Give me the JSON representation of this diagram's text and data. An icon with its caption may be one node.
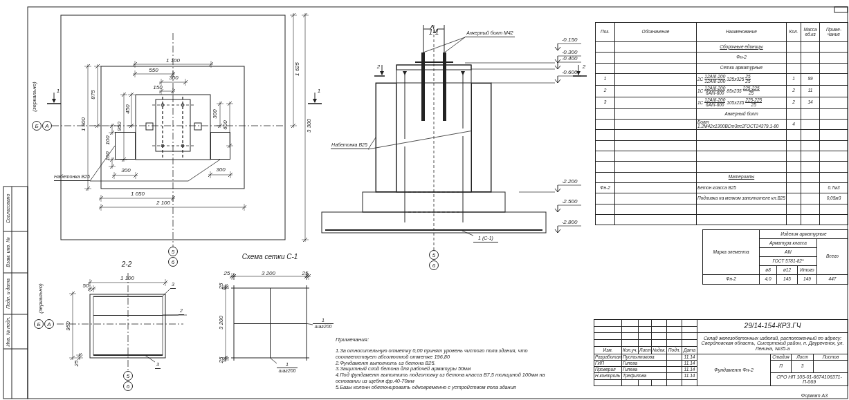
{
  "diagram": {
    "nodes": [
      {
        "text": [
          "Набетонка В25"
        ]
      },
      {
        "text": [],
        "shape": "box"
      },
      {
        "text": [],
        "shape": "box"
      },
      {
        "text": [
          "Анкерный болт М42"
        ]
      },
      {
        "text": [],
        "shape": "bar"
      },
      {
        "text": [],
        "shape": "bar"
      },
      {
        "text": [
          "Набетонка В25"
        ]
      },
      {
        "text": [],
        "shape": "box"
      },
      {
        "text": [],
        "shape": "box"
      },
      {
        "text": [
          "1 (С-1)"
        ]
      },
      {
        "text": [],
        "shape": "bar"
      },
      {
        "text": [
          "Б"
        ]
      },
      {
        "text": [
          "А"
        ]
      },
      {
        "text": [
          "5"
        ]
      },
      {
        "text": [
          "6"
        ]
      },
      {
        "text": [
          "5"
        ]
      },
      {
        "text": [
          "6"
        ]
      },
      {
        "text": [
          "Б"
        ]
      },
      {
        "text": [
          "А"
        ]
      },
      {
        "text": [
          "5"
        ]
      },
      {
        "text": [
          "6"
        ]
      },
      {
        "text": [
          "3"
        ]
      },
      {
        "text": [],
        "shape": "bar"
      },
      {
        "text": [
          "2"
        ]
      },
      {
        "text": [],
        "shape": "bar"
      },
      {
        "text": [
          "3"
        ]
      },
      {
        "text": [],
        "shape": "bar"
      },
      {
        "text": [
          "1",
          "шаг200"
        ]
      },
      {
        "text": [],
        "shape": "bar"
      },
      {
        "text": [
          "1",
          "шаг200"
        ]
      },
      {
        "text": [],
        "shape": "bar"
      }
    ],
    "edges": [
      {
        "from": 0,
        "to": 1,
        "arrow": "none"
      },
      {
        "from": 0,
        "to": 2,
        "arrow": "none"
      },
      {
        "from": 3,
        "to": 4,
        "arrow": "none"
      },
      {
        "from": 3,
        "to": 5,
        "arrow": "none"
      },
      {
        "from": 6,
        "to": 7,
        "arrow": "none"
      },
      {
        "from": 6,
        "to": 8,
        "arrow": "none"
      },
      {
        "from": 9,
        "to": 10,
        "arrow": "none"
      },
      {
        "from": 21,
        "to": 22,
        "arrow": "none"
      },
      {
        "from": 23,
        "to": 24,
        "arrow": "none"
      },
      {
        "from": 25,
        "to": 26,
        "arrow": "none"
      },
      {
        "from": 27,
        "to": 28,
        "arrow": "none"
      },
      {
        "from": 29,
        "to": 30,
        "arrow": "none"
      }
    ],
    "labels": [
      "1 100",
      "550",
      "300",
      "150",
      "875",
      "450",
      "1 800",
      "950",
      "100",
      "100",
      "300",
      "300",
      "300",
      "600",
      "1 050",
      "2 100",
      "1 625",
      "3 300",
      "(зеркально)",
      "1",
      "1",
      "1-1",
      "2",
      "2",
      "-0.150",
      "-0.300",
      "-0.400",
      "-0.600",
      "-2.200",
      "-2.500",
      "-2.800",
      "2-2",
      "1 100",
      "50",
      "(зеркально)",
      "950",
      "Схема сетки С-1",
      "25",
      "3 200",
      "25",
      "25",
      "3 200",
      "25",
      "Примечания:",
      "1.За относительную отметку 0,00 принят уровень чистого пола здания, что соответствует абсолютной отметке 196,80",
      "2.Фундамент выполнить из бетона В25.",
      "3.Защитный слой бетона для рабочей арматуры 50мм",
      "4.Под фундамент выполнить подготовку из бетона класса В7,5 толщиной 100мм на основании из щебня фр.40-70мм",
      "5.Базы колонн обетонировать одновременно с устройством пола здания",
      "Поз.",
      "Обозначение",
      "Наименование",
      "Кол.",
      "Масса ед.кг",
      "Приме- чание",
      "Сборочные единицы",
      "Фн-2",
      "Сетки арматурные",
      "1",
      "2С",
      "12AIII-200",
      "12AIII-200",
      "325х325",
      "25",
      "25",
      "1",
      "99",
      "2",
      "1С",
      "12AIII-200",
      "6AIII-600",
      "85х235",
      "225-225",
      "25",
      "2",
      "11",
      "3",
      "1С",
      "12AIII-200",
      "6AIII-600",
      "105х235",
      "225-225",
      "25",
      "2",
      "14",
      "Анкерный болт",
      "Болт 1.2М42х1300ВСт3пс2ГОСТ24379.1-80",
      "4",
      "Материалы",
      "Фн-2",
      "Бетон класса В25",
      "0.7м3",
      "Подливка на мелком заполнителе кл.В25",
      "0,05м3",
      "Изделия арматурные",
      "Марка элемента",
      "Арматура класса",
      "АIII",
      "ГОСТ 5781-82*",
      "Всего",
      "ø8",
      "ø12",
      "Итого",
      "Фн-2",
      "4,0",
      "145",
      "149",
      "447",
      "29/14-154-КРЗ.ГЧ",
      "Склад железобетонных изделий, расположенный по адресу: Свердловская область, Сысертский район, п. Двуреченск, ул. Ленина, №35-а",
      "Изм.",
      "Кол.уч.",
      "Лист",
      "№док.",
      "Подп.",
      "Дата",
      "Разработал",
      "Пустынникова",
      "11.14",
      "ГИП",
      "Гилева",
      "11.14",
      "Проверил",
      "Гилева",
      "11.14",
      "Н.контроль",
      "Трефилова",
      "11.14",
      "Стадия",
      "Лист",
      "Листов",
      "П",
      "3",
      "Фундамент Фн-2",
      "СРО НП 105-01-6674106371-П-069",
      "Формат А3",
      "Согласовано",
      "Взам. инв. №",
      "Подп. и дата",
      "Инв. № подл.",
      "25"
    ]
  }
}
